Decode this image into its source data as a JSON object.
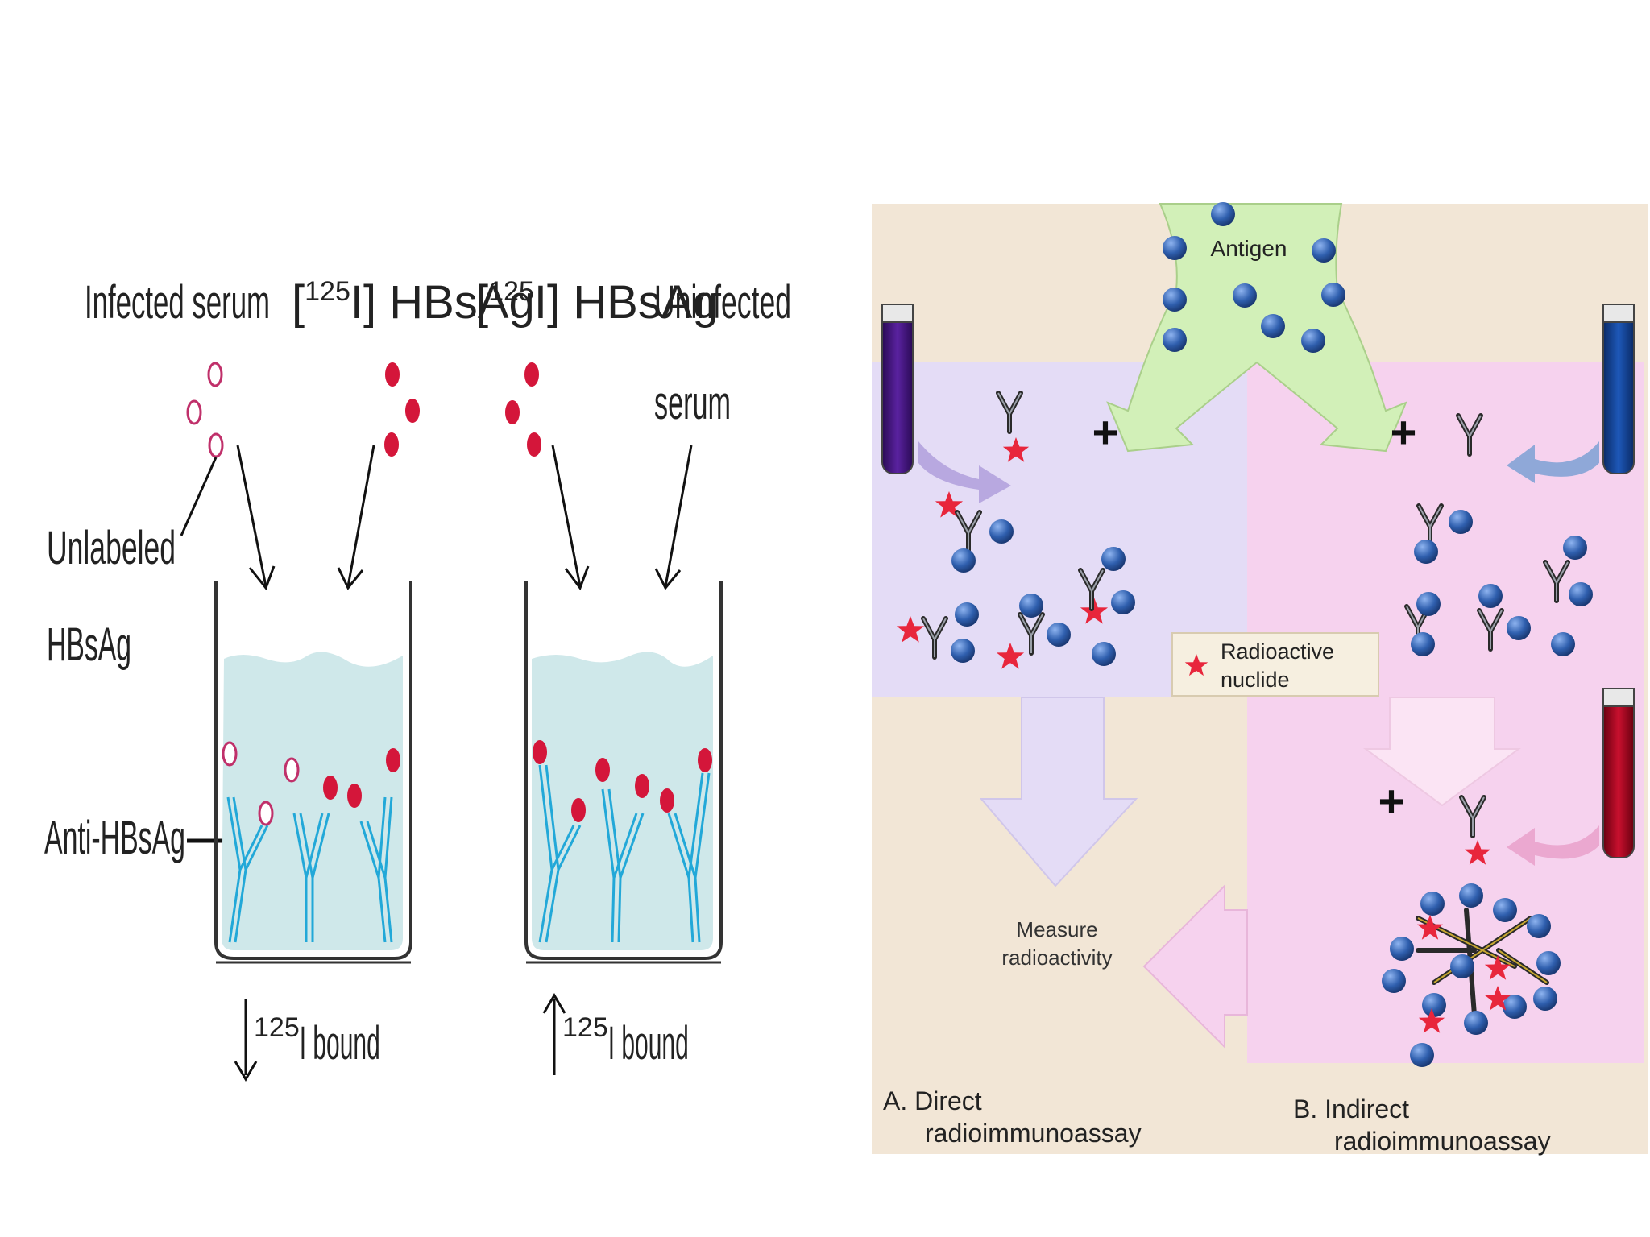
{
  "left": {
    "infected_serum": "Infected serum",
    "i125_hbsag_a_prefix": "[",
    "i125_hbsag_a_sup": "125",
    "i125_hbsag_a_suffix": "I] HBsAg",
    "i125_hbsag_b_prefix": "[",
    "i125_hbsag_b_sup": "125",
    "i125_hbsag_b_suffix": "I] HBsAg",
    "uninfected_line1": "Uninfected",
    "uninfected_line2": "serum",
    "unlabeled_line1": "Unlabeled",
    "unlabeled_line2": "HBsAg",
    "anti_hbsag": "Anti-HBsAg",
    "bound_low_sup": "125",
    "bound_low_text": "I bound",
    "bound_high_sup": "125",
    "bound_high_text": "I bound"
  },
  "right": {
    "antigen": "Antigen",
    "radioactive_line1": "Radioactive",
    "radioactive_line2": "nuclide",
    "measure_line1": "Measure",
    "measure_line2": "radioactivity",
    "direct_line1": "A. Direct",
    "direct_line2": "radioimmunoassay",
    "indirect_line1": "B. Indirect",
    "indirect_line2": "radioimmunoassay",
    "plus": "+"
  },
  "colors": {
    "label_red": "#d4163a",
    "unlabeled_pink": "#c0306a",
    "antibody_blue": "#22a8d8",
    "well_fluid": "#cfe8ea",
    "antigen_blue": "#2f5fae",
    "star_red": "#e8263c",
    "panel_bg": "#f2e6d6",
    "lavender": "#e4dcf6",
    "pink": "#f6d2ee",
    "antigen_green": "#d2f0b8"
  }
}
